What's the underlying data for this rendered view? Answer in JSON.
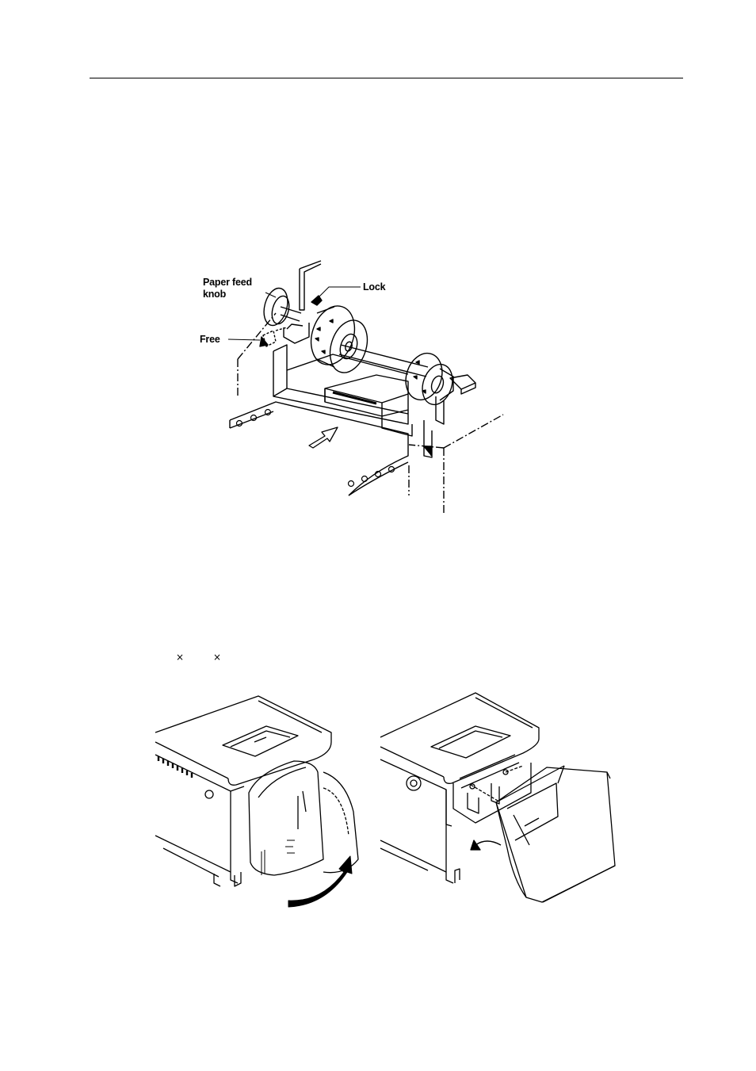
{
  "figure_1": {
    "label_paper_feed_knob_line1": "Paper feed",
    "label_paper_feed_knob_line2": "knob",
    "label_lock": "Lock",
    "label_free": "Free"
  },
  "stray_symbols": [
    "×",
    "×"
  ],
  "colors": {
    "ink": "#000000",
    "paper": "#ffffff"
  }
}
